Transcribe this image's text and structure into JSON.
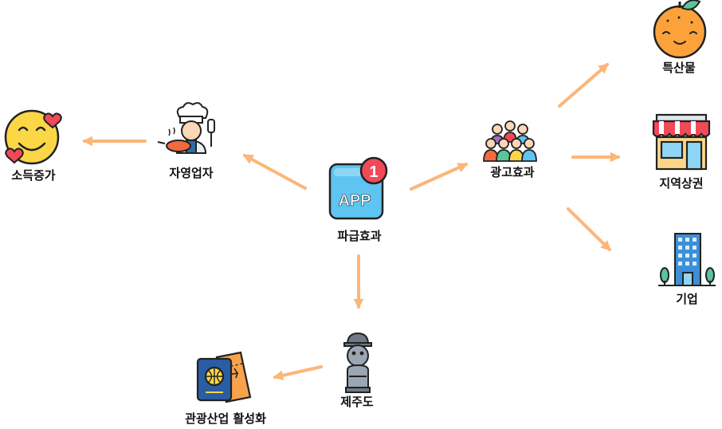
{
  "colors": {
    "arrow": "#fbb678",
    "app_blue": "#5ec4f1",
    "badge_red": "#f04a57",
    "outline": "#222222"
  },
  "nodes": {
    "center": {
      "label": "파급효과",
      "app_text": "APP",
      "badge": "1",
      "icon": "app-icon"
    },
    "self_employed": {
      "label": "자영업자",
      "icon": "chef-icon"
    },
    "income": {
      "label": "소득증가",
      "icon": "smiley-hearts-icon"
    },
    "advertising": {
      "label": "광고효과",
      "icon": "crowd-icon"
    },
    "specialty": {
      "label": "특산물",
      "icon": "tangerine-icon"
    },
    "local_shops": {
      "label": "지역상권",
      "icon": "store-icon"
    },
    "company": {
      "label": "기업",
      "icon": "building-icon"
    },
    "jeju": {
      "label": "제주도",
      "icon": "dol-hareubang-icon"
    },
    "tourism": {
      "label": "관광산업 활성화",
      "icon": "passport-ticket-icon"
    }
  }
}
